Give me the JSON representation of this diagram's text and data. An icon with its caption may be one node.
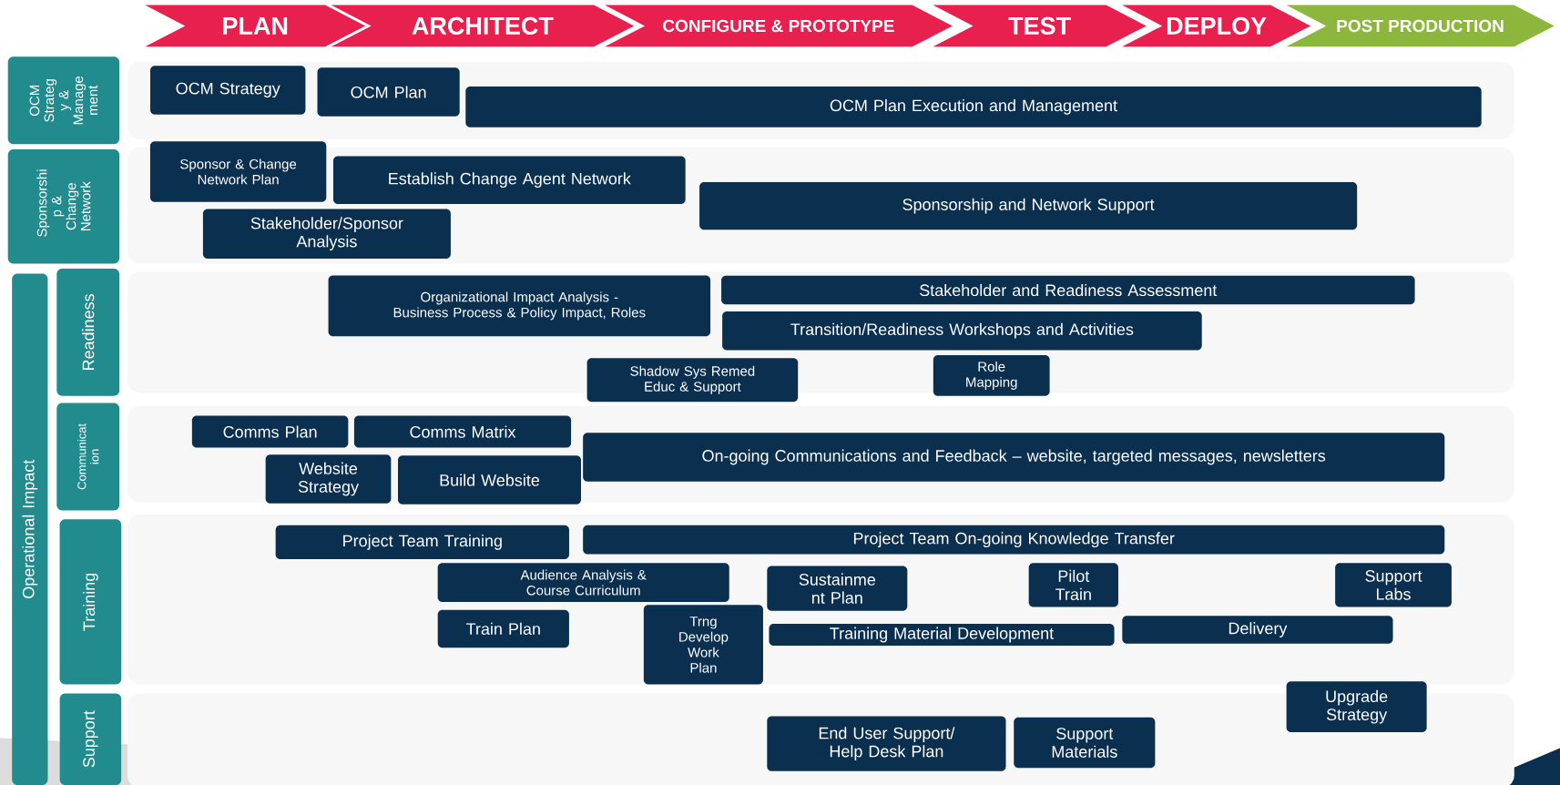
{
  "diagram": {
    "nodes": [
      {
        "text": [
          "PLAN"
        ]
      },
      {
        "text": [
          "ARCHITECT"
        ]
      },
      {
        "text": [
          "CONFIGURE & PROTOTYPE"
        ]
      },
      {
        "text": [
          "TEST"
        ]
      },
      {
        "text": [
          "DEPLOY"
        ]
      },
      {
        "text": [
          "POST PRODUCTION"
        ]
      },
      {
        "text": [
          "OCM Strateg y & Manage ment"
        ]
      },
      {
        "text": [],
        "shape": "box"
      },
      {
        "text": [
          "OCM Strategy"
        ],
        "in": 7
      },
      {
        "text": [
          "OCM Plan"
        ],
        "in": 7
      },
      {
        "text": [
          "OCM Plan Execution and Management"
        ],
        "in": 7
      },
      {
        "text": [
          "Sponsorshi p & Change Network"
        ]
      },
      {
        "text": [],
        "shape": "box"
      },
      {
        "text": [
          "Sponsor & Change Network Plan"
        ],
        "in": 12
      },
      {
        "text": [
          "Establish Change Agent Network"
        ],
        "in": 12
      },
      {
        "text": [
          "Stakeholder/Sponsor Analysis"
        ],
        "in": 12
      },
      {
        "text": [
          "Sponsorship and Network Support"
        ],
        "in": 12
      },
      {
        "text": [
          "Operational Impact"
        ]
      },
      {
        "text": [
          "Readiness"
        ]
      },
      {
        "text": [],
        "shape": "box"
      },
      {
        "text": [
          "Organizational Impact Analysis - Business Process & Policy Impact, Roles"
        ],
        "in": 19
      },
      {
        "text": [
          "Stakeholder and Readiness Assessment"
        ],
        "in": 19
      },
      {
        "text": [
          "Transition/Readiness Workshops and Activities"
        ],
        "in": 19
      },
      {
        "text": [
          "Shadow Sys Remed Educ & Support"
        ],
        "in": 19
      },
      {
        "text": [
          "Role Mapping"
        ],
        "in": 19
      },
      {
        "text": [
          "Communicat ion"
        ]
      },
      {
        "text": [],
        "shape": "box"
      },
      {
        "text": [
          "Comms Plan"
        ],
        "in": 26
      },
      {
        "text": [
          "Comms Matrix"
        ],
        "in": 26
      },
      {
        "text": [
          "Website Strategy"
        ],
        "in": 26
      },
      {
        "text": [
          "Build Website"
        ],
        "in": 26
      },
      {
        "text": [
          "On-going Communications and Feedback – website, targeted messages, newsletters"
        ],
        "in": 26
      },
      {
        "text": [
          "Training"
        ]
      },
      {
        "text": [],
        "shape": "box"
      },
      {
        "text": [
          "Project Team Training"
        ],
        "in": 33
      },
      {
        "text": [
          "Project Team On-going Knowledge Transfer"
        ],
        "in": 33
      },
      {
        "text": [
          "Audience Analysis & Course Curriculum"
        ],
        "in": 33
      },
      {
        "text": [
          "Sustainme nt Plan"
        ],
        "in": 33
      },
      {
        "text": [
          "Pilot Train"
        ],
        "in": 33
      },
      {
        "text": [
          "Support Labs"
        ],
        "in": 33
      },
      {
        "text": [
          "Train Plan"
        ],
        "in": 33
      },
      {
        "text": [
          "Trng Develop Work Plan"
        ],
        "in": 33
      },
      {
        "text": [
          "Training Material Development"
        ],
        "in": 33
      },
      {
        "text": [
          "Delivery"
        ],
        "in": 33
      },
      {
        "text": [
          "Support"
        ]
      },
      {
        "text": [],
        "shape": "box"
      },
      {
        "text": [
          "Upgrade Strategy"
        ]
      },
      {
        "text": [
          "End User Support/ Help Desk Plan"
        ],
        "in": 45
      },
      {
        "text": [
          "Support Materials"
        ],
        "in": 45
      }
    ]
  }
}
